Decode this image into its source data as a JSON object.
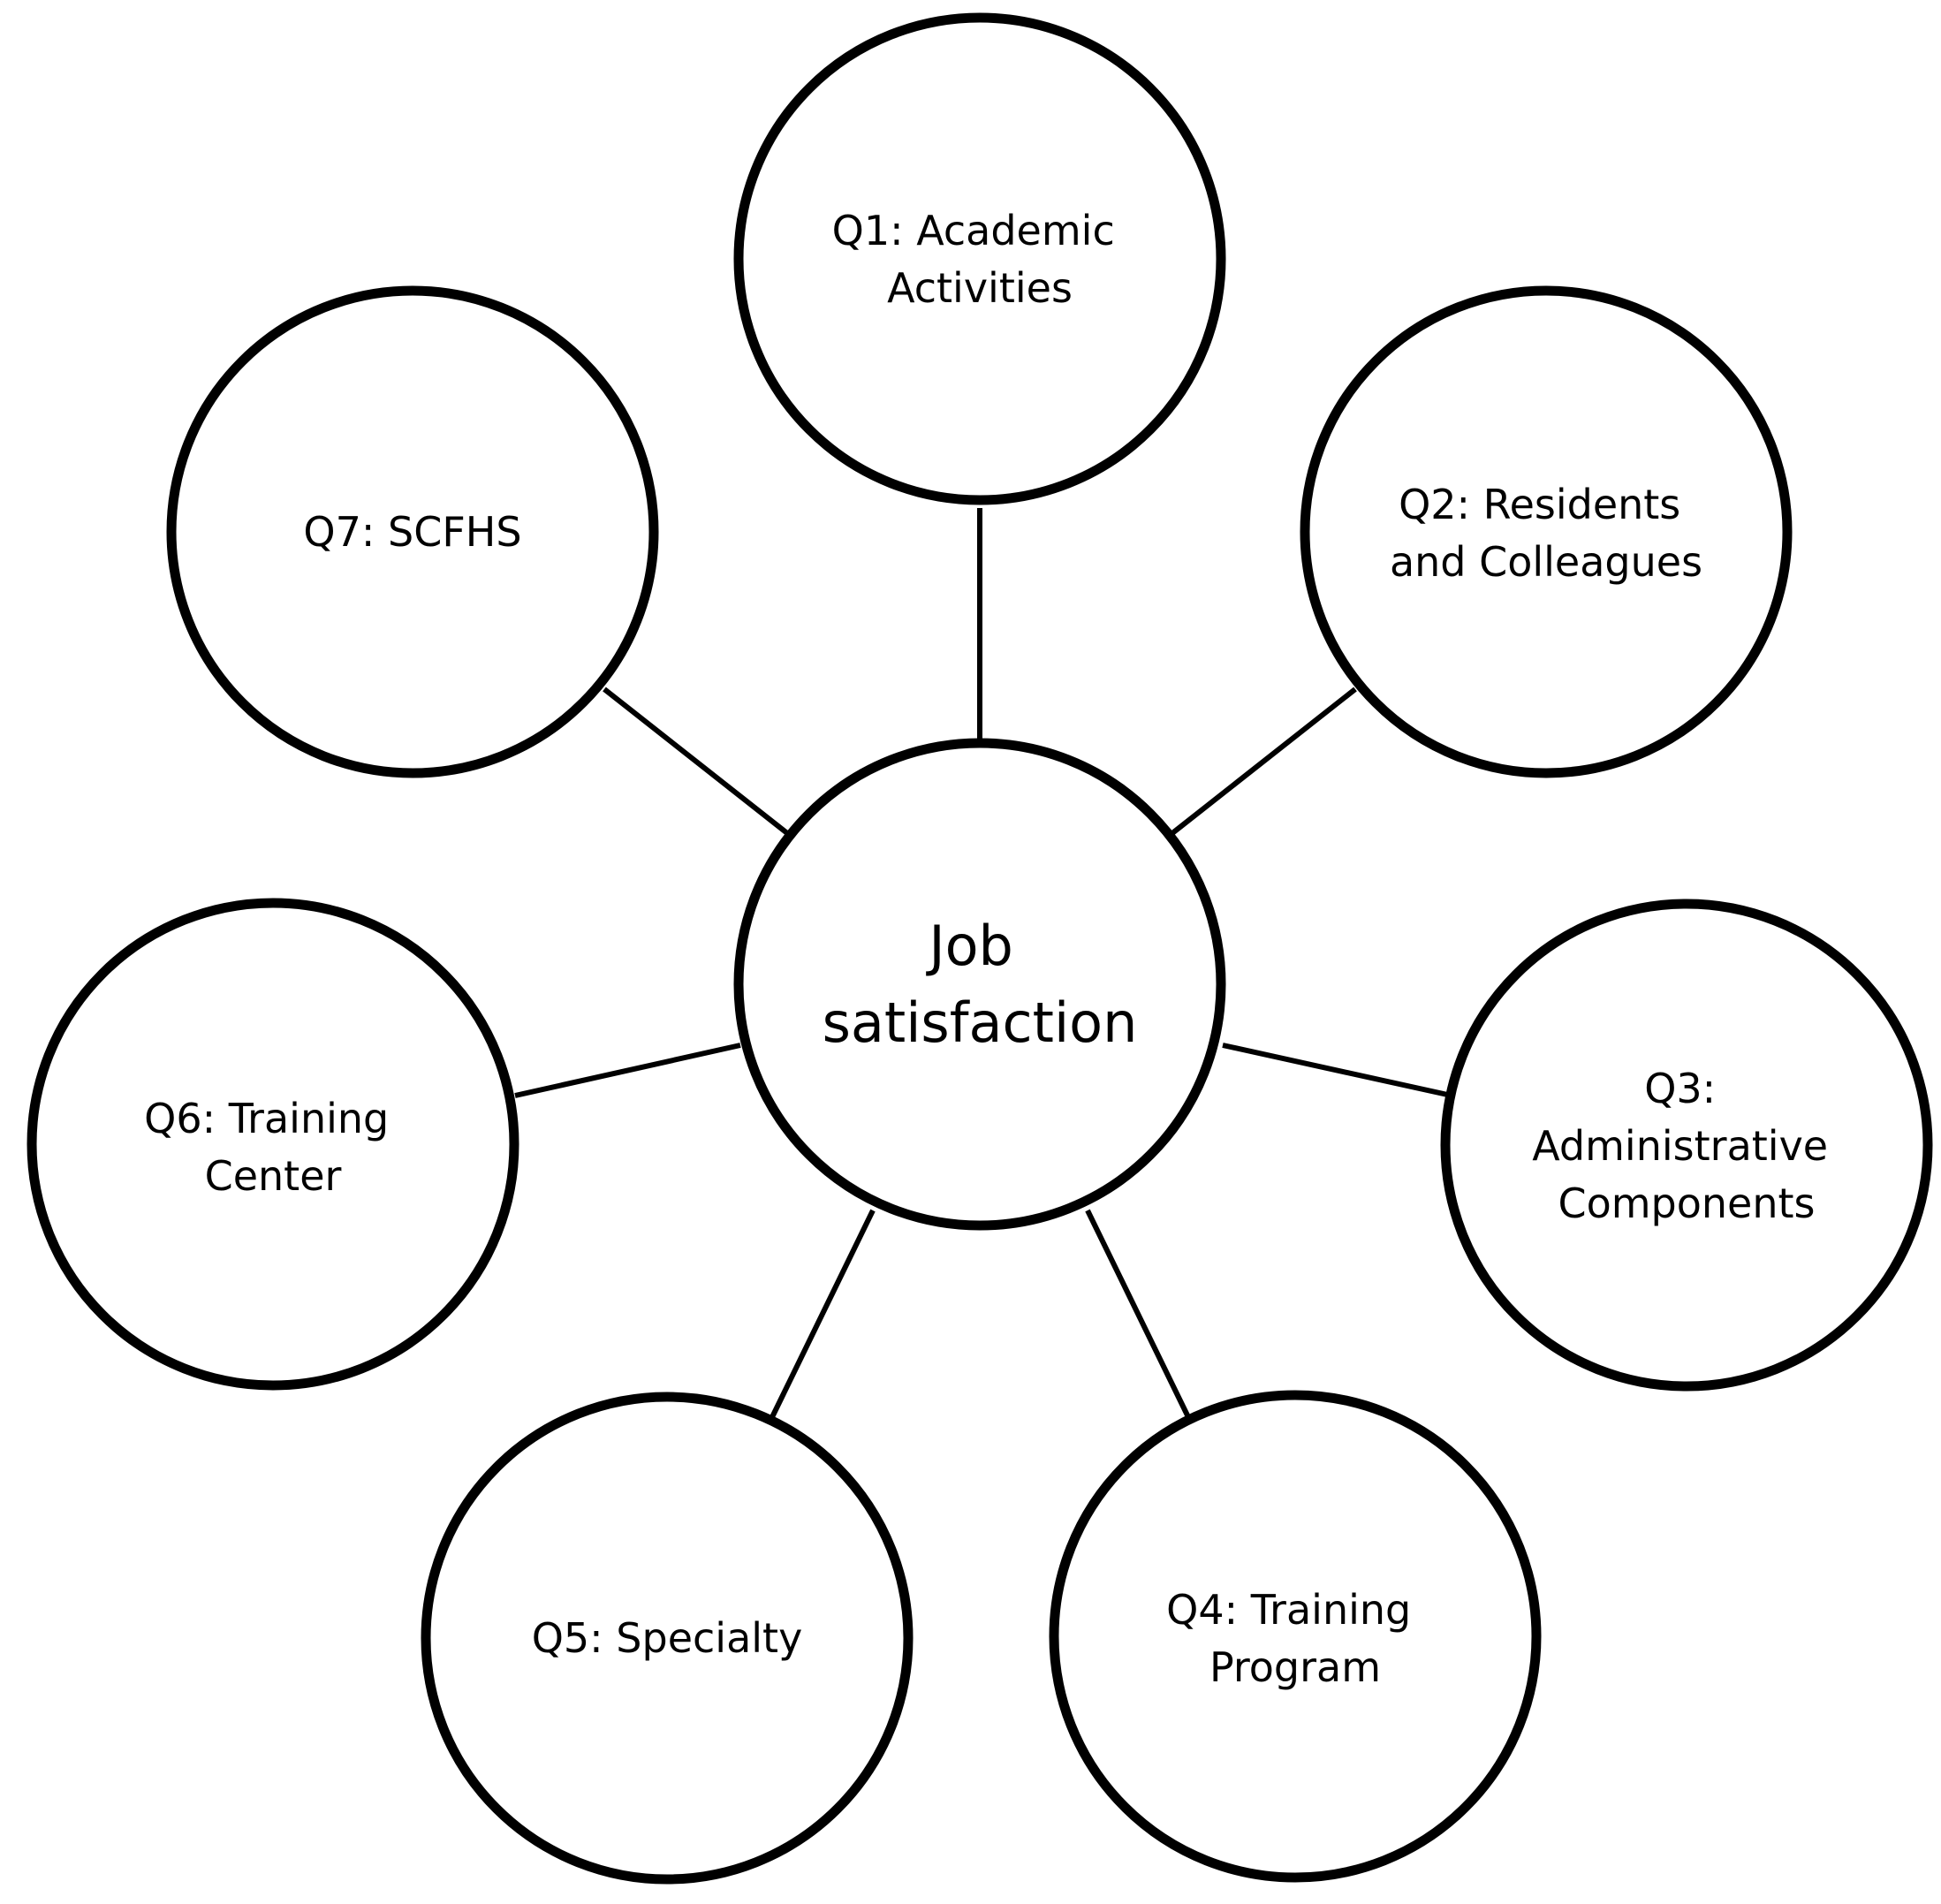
{
  "diagram": {
    "center": {
      "lines": [
        "Job",
        "satisfaction"
      ]
    },
    "nodes": [
      {
        "id": "q1",
        "lines": [
          "Q1: Academic",
          "Activities"
        ]
      },
      {
        "id": "q2",
        "lines": [
          "Q2: Residents",
          "and Colleagues"
        ]
      },
      {
        "id": "q3",
        "lines": [
          "Q3:",
          "Administrative",
          "Components"
        ]
      },
      {
        "id": "q4",
        "lines": [
          "Q4: Training",
          "Program"
        ]
      },
      {
        "id": "q5",
        "lines": [
          "Q5: Specialty"
        ]
      },
      {
        "id": "q6",
        "lines": [
          "Q6: Training",
          "Center"
        ]
      },
      {
        "id": "q7",
        "lines": [
          "Q7: SCFHS"
        ]
      }
    ]
  }
}
